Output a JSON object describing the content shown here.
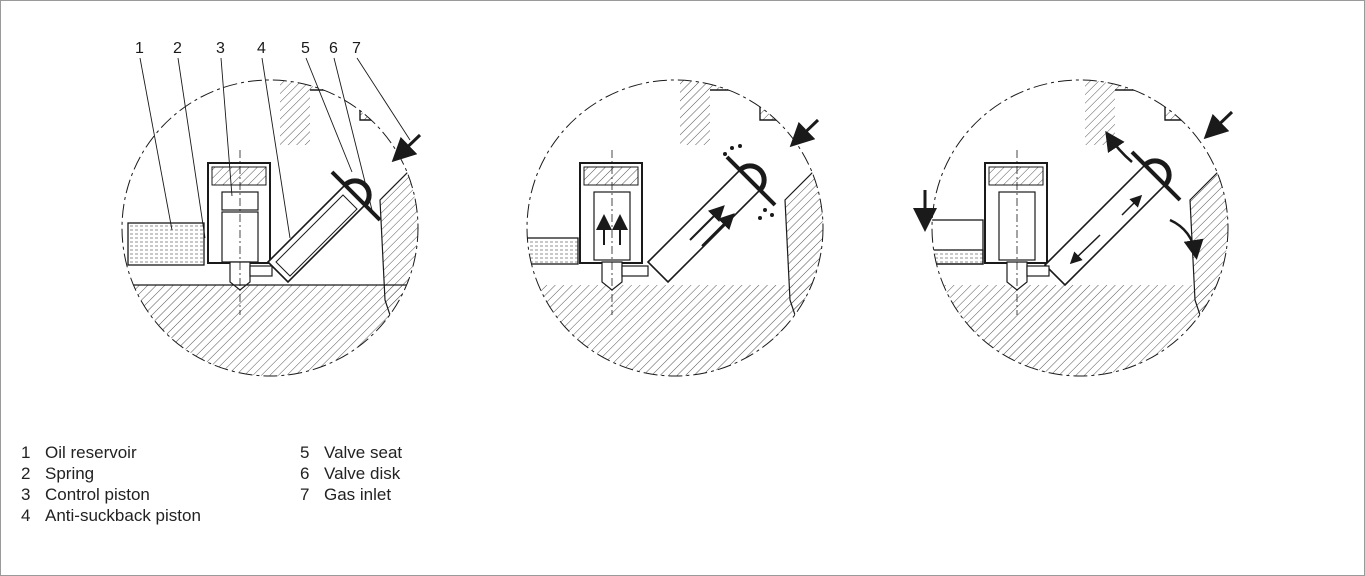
{
  "callouts": [
    "1",
    "2",
    "3",
    "4",
    "5",
    "6",
    "7"
  ],
  "legend": {
    "left": [
      {
        "num": "1",
        "label": "Oil reservoir"
      },
      {
        "num": "2",
        "label": "Spring"
      },
      {
        "num": "3",
        "label": "Control piston"
      },
      {
        "num": "4",
        "label": "Anti-suckback piston"
      }
    ],
    "right": [
      {
        "num": "5",
        "label": "Valve seat"
      },
      {
        "num": "6",
        "label": "Valve disk"
      },
      {
        "num": "7",
        "label": "Gas inlet"
      }
    ]
  },
  "colors": {
    "ink": "#1a1a1a",
    "frame": "#9a9a9a",
    "hatch": "#555555"
  },
  "icons": [
    "flow-arrow-icon",
    "valve-disk-icon"
  ]
}
